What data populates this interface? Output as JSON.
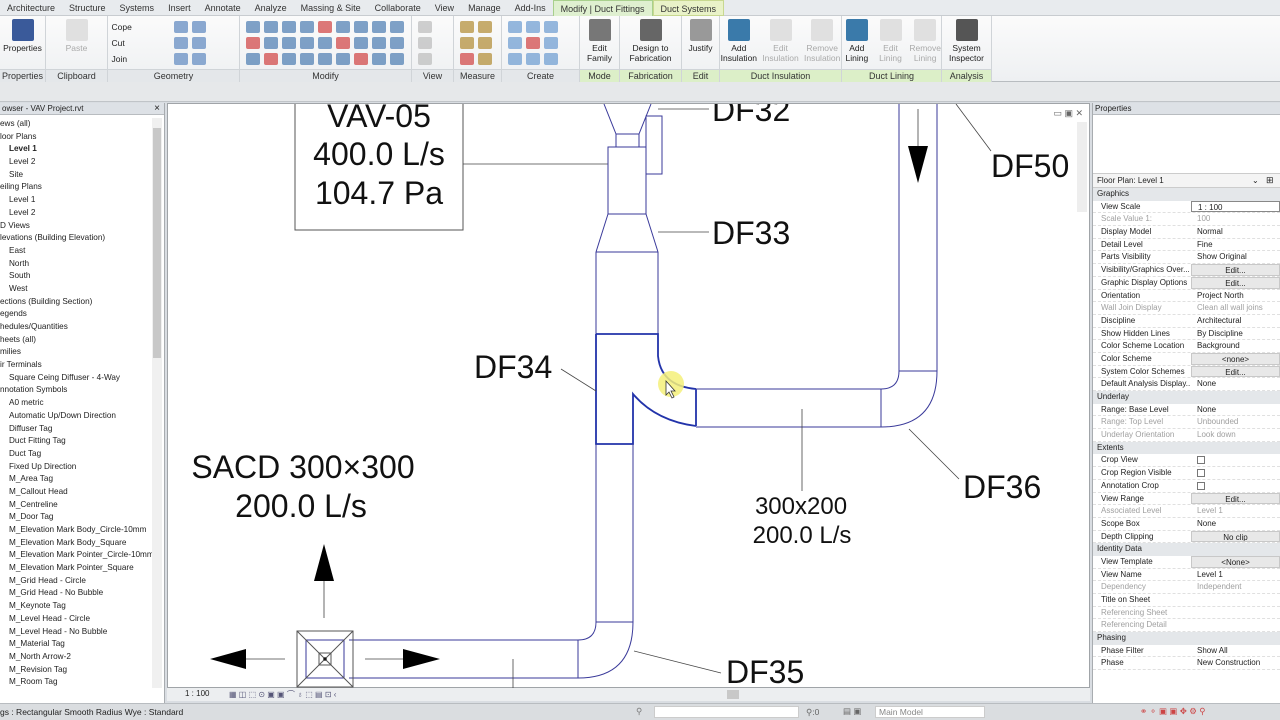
{
  "tabs": [
    "Architecture",
    "Structure",
    "Systems",
    "Insert",
    "Annotate",
    "Analyze",
    "Massing & Site",
    "Collaborate",
    "View",
    "Manage",
    "Add-Ins",
    "Modify | Duct Fittings",
    "Duct Systems"
  ],
  "ribbon": {
    "panels": [
      {
        "title": "Properties",
        "buttons": [
          "Properties"
        ]
      },
      {
        "title": "Clipboard",
        "buttons": [
          "Paste"
        ]
      },
      {
        "title": "Geometry",
        "buttons": [
          "Cope",
          "Cut",
          "Join"
        ]
      },
      {
        "title": "Modify",
        "buttons": []
      },
      {
        "title": "View",
        "buttons": []
      },
      {
        "title": "Measure",
        "buttons": []
      },
      {
        "title": "Create",
        "buttons": []
      },
      {
        "title": "Mode",
        "buttons": [
          "Edit Family"
        ]
      },
      {
        "title": "Fabrication",
        "buttons": [
          "Design to Fabrication"
        ]
      },
      {
        "title": "Edit",
        "buttons": [
          "Justify"
        ]
      },
      {
        "title": "Duct Insulation",
        "buttons": [
          "Add Insulation",
          "Edit Insulation",
          "Remove Insulation"
        ]
      },
      {
        "title": "Duct Lining",
        "buttons": [
          "Add Lining",
          "Edit Lining",
          "Remove Lining"
        ]
      },
      {
        "title": "Analysis",
        "buttons": [
          "System Inspector"
        ]
      }
    ]
  },
  "browser": {
    "title": "owser - VAV Project.rvt",
    "items": [
      {
        "t": "ews (all)",
        "i": 0
      },
      {
        "t": "loor Plans",
        "i": 0
      },
      {
        "t": "Level 1",
        "i": 1,
        "b": true
      },
      {
        "t": "Level 2",
        "i": 1
      },
      {
        "t": "Site",
        "i": 1
      },
      {
        "t": "eiling Plans",
        "i": 0
      },
      {
        "t": "Level 1",
        "i": 1
      },
      {
        "t": "Level 2",
        "i": 1
      },
      {
        "t": "D Views",
        "i": 0
      },
      {
        "t": "levations (Building Elevation)",
        "i": 0
      },
      {
        "t": "East",
        "i": 1
      },
      {
        "t": "North",
        "i": 1
      },
      {
        "t": "South",
        "i": 1
      },
      {
        "t": "West",
        "i": 1
      },
      {
        "t": "ections (Building Section)",
        "i": 0
      },
      {
        "t": "egends",
        "i": 0
      },
      {
        "t": "hedules/Quantities",
        "i": 0
      },
      {
        "t": "heets (all)",
        "i": 0
      },
      {
        "t": "milies",
        "i": 0
      },
      {
        "t": "ir Terminals",
        "i": 0
      },
      {
        "t": "Square Ceing Diffuser - 4-Way",
        "i": 1
      },
      {
        "t": "nnotation Symbols",
        "i": 0
      },
      {
        "t": "A0 metric",
        "i": 1
      },
      {
        "t": "Automatic Up/Down Direction",
        "i": 1
      },
      {
        "t": "Diffuser Tag",
        "i": 1
      },
      {
        "t": "Duct Fitting Tag",
        "i": 1
      },
      {
        "t": "Duct Tag",
        "i": 1
      },
      {
        "t": "Fixed Up Direction",
        "i": 1
      },
      {
        "t": "M_Area Tag",
        "i": 1
      },
      {
        "t": "M_Callout Head",
        "i": 1
      },
      {
        "t": "M_Centreline",
        "i": 1
      },
      {
        "t": "M_Door Tag",
        "i": 1
      },
      {
        "t": "M_Elevation Mark Body_Circle-10mm",
        "i": 1
      },
      {
        "t": "M_Elevation Mark Body_Square",
        "i": 1
      },
      {
        "t": "M_Elevation Mark Pointer_Circle-10mm",
        "i": 1
      },
      {
        "t": "M_Elevation Mark Pointer_Square",
        "i": 1
      },
      {
        "t": "M_Grid Head - Circle",
        "i": 1
      },
      {
        "t": "M_Grid Head - No Bubble",
        "i": 1
      },
      {
        "t": "M_Keynote Tag",
        "i": 1
      },
      {
        "t": "M_Level Head - Circle",
        "i": 1
      },
      {
        "t": "M_Level Head - No Bubble",
        "i": 1
      },
      {
        "t": "M_Material Tag",
        "i": 1
      },
      {
        "t": "M_North Arrow-2",
        "i": 1
      },
      {
        "t": "M_Revision Tag",
        "i": 1
      },
      {
        "t": "M_Room Tag",
        "i": 1
      }
    ]
  },
  "canvas": {
    "vav_tag": [
      "VAV-05",
      "400.0 L/s",
      "104.7 Pa"
    ],
    "tags": {
      "df32": "DF32",
      "df33": "DF33",
      "df34": "DF34",
      "df35": "DF35",
      "df36": "DF36",
      "df50": "DF50"
    },
    "diffuser_tag": [
      "SACD 300×300",
      "200.0 L/s"
    ],
    "duct_tag": [
      "300x200",
      "200.0 L/s"
    ],
    "scale": "1 : 100",
    "duct_color": "#3a3a9a"
  },
  "properties": {
    "title": "Properties",
    "type_selector": "Floor Plan: Level 1",
    "sections": [
      {
        "name": "Graphics",
        "rows": [
          {
            "k": "View Scale",
            "v": "1 : 100",
            "s": "input"
          },
          {
            "k": "Scale Value    1:",
            "v": "100",
            "s": "dim"
          },
          {
            "k": "Display Model",
            "v": "Normal"
          },
          {
            "k": "Detail Level",
            "v": "Fine"
          },
          {
            "k": "Parts Visibility",
            "v": "Show Original"
          },
          {
            "k": "Visibility/Graphics Over...",
            "v": "Edit...",
            "s": "btn"
          },
          {
            "k": "Graphic Display Options",
            "v": "Edit...",
            "s": "btn"
          },
          {
            "k": "Orientation",
            "v": "Project North"
          },
          {
            "k": "Wall Join Display",
            "v": "Clean all wall joins",
            "s": "dim"
          },
          {
            "k": "Discipline",
            "v": "Architectural"
          },
          {
            "k": "Show Hidden Lines",
            "v": "By Discipline"
          },
          {
            "k": "Color Scheme Location",
            "v": "Background"
          },
          {
            "k": "Color Scheme",
            "v": "<none>",
            "s": "btn"
          },
          {
            "k": "System Color Schemes",
            "v": "Edit...",
            "s": "btn"
          },
          {
            "k": "Default Analysis Display...",
            "v": "None"
          }
        ]
      },
      {
        "name": "Underlay",
        "rows": [
          {
            "k": "Range: Base Level",
            "v": "None"
          },
          {
            "k": "Range: Top Level",
            "v": "Unbounded",
            "s": "dim"
          },
          {
            "k": "Underlay Orientation",
            "v": "Look down",
            "s": "dim"
          }
        ]
      },
      {
        "name": "Extents",
        "rows": [
          {
            "k": "Crop View",
            "v": "",
            "s": "check"
          },
          {
            "k": "Crop Region Visible",
            "v": "",
            "s": "check"
          },
          {
            "k": "Annotation Crop",
            "v": "",
            "s": "check"
          },
          {
            "k": "View Range",
            "v": "Edit...",
            "s": "btn"
          },
          {
            "k": "Associated Level",
            "v": "Level 1",
            "s": "dim"
          },
          {
            "k": "Scope Box",
            "v": "None"
          },
          {
            "k": "Depth Clipping",
            "v": "No clip",
            "s": "btn"
          }
        ]
      },
      {
        "name": "Identity Data",
        "rows": [
          {
            "k": "View Template",
            "v": "<None>",
            "s": "btn"
          },
          {
            "k": "View Name",
            "v": "Level 1"
          },
          {
            "k": "Dependency",
            "v": "Independent",
            "s": "dim"
          },
          {
            "k": "Title on Sheet",
            "v": ""
          },
          {
            "k": "Referencing Sheet",
            "v": "",
            "s": "dim"
          },
          {
            "k": "Referencing Detail",
            "v": "",
            "s": "dim"
          }
        ]
      },
      {
        "name": "Phasing",
        "rows": [
          {
            "k": "Phase Filter",
            "v": "Show All"
          },
          {
            "k": "Phase",
            "v": "New Construction"
          }
        ]
      }
    ]
  },
  "status": {
    "text": "gs : Rectangular Smooth Radius Wye : Standard",
    "filter_count": ":0",
    "model": "Main Model"
  }
}
